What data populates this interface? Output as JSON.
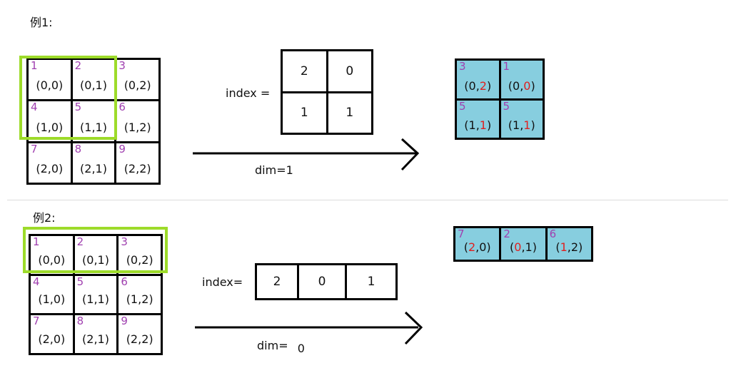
{
  "ex1": {
    "title": "例1:",
    "source": {
      "cells": [
        {
          "n": "1",
          "c": "(0,0)"
        },
        {
          "n": "2",
          "c": "(0,1)"
        },
        {
          "n": "3",
          "c": "(0,2)"
        },
        {
          "n": "4",
          "c": "(1,0)"
        },
        {
          "n": "5",
          "c": "(1,1)"
        },
        {
          "n": "6",
          "c": "(1,2)"
        },
        {
          "n": "7",
          "c": "(2,0)"
        },
        {
          "n": "8",
          "c": "(2,1)"
        },
        {
          "n": "9",
          "c": "(2,2)"
        }
      ]
    },
    "index_label": "index =",
    "index_values": [
      "2",
      "0",
      "1",
      "1"
    ],
    "dim_label": "dim=1",
    "result": {
      "cells": [
        {
          "n": "3",
          "pre": "(0,",
          "red": "2",
          "post": ")"
        },
        {
          "n": "1",
          "pre": "(0,",
          "red": "0",
          "post": ")"
        },
        {
          "n": "5",
          "pre": "(1,",
          "red": "1",
          "post": ")"
        },
        {
          "n": "5",
          "pre": "(1,",
          "red": "1",
          "post": ")"
        }
      ]
    }
  },
  "ex2": {
    "title": "例2:",
    "source": {
      "cells": [
        {
          "n": "1",
          "c": "(0,0)"
        },
        {
          "n": "2",
          "c": "(0,1)"
        },
        {
          "n": "3",
          "c": "(0,2)"
        },
        {
          "n": "4",
          "c": "(1,0)"
        },
        {
          "n": "5",
          "c": "(1,1)"
        },
        {
          "n": "6",
          "c": "(1,2)"
        },
        {
          "n": "7",
          "c": "(2,0)"
        },
        {
          "n": "8",
          "c": "(2,1)"
        },
        {
          "n": "9",
          "c": "(2,2)"
        }
      ]
    },
    "index_label": "index=",
    "index_values": [
      "2",
      "0",
      "1"
    ],
    "dim_label": "dim=",
    "dim_value": "0",
    "result": {
      "cells": [
        {
          "n": "7",
          "pre": "(",
          "red": "2",
          "post": ",0)"
        },
        {
          "n": "2",
          "pre": "(",
          "red": "0",
          "post": ",1)"
        },
        {
          "n": "6",
          "pre": "(",
          "red": "1",
          "post": ",2)"
        }
      ]
    }
  },
  "colors": {
    "highlight": "#9ddb2a",
    "result_fill": "#87cedf",
    "number": "#a040b0",
    "changed": "#e02020"
  }
}
